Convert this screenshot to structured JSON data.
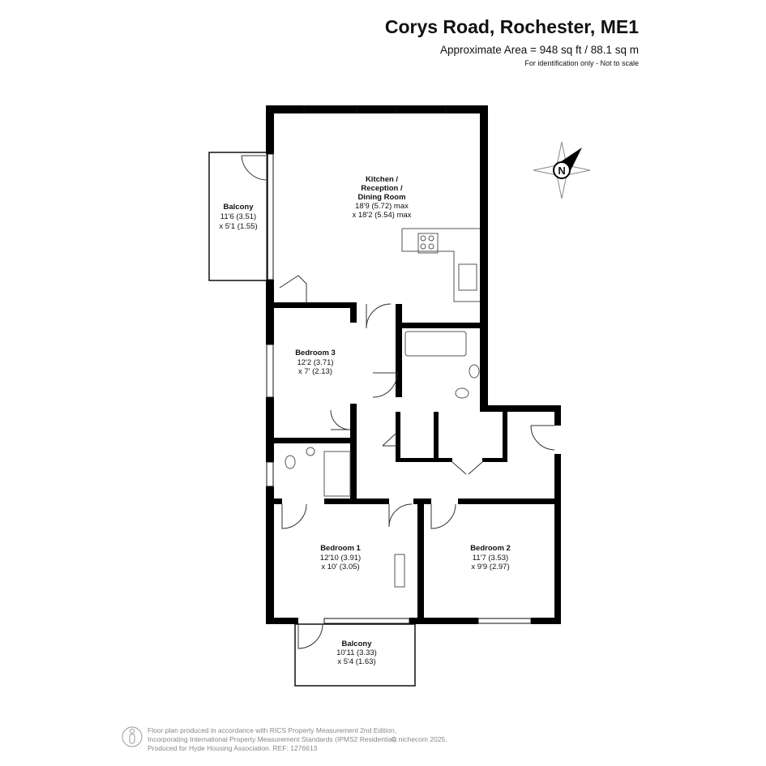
{
  "header": {
    "title": "Corys Road, Rochester, ME1",
    "area": "Approximate Area = 948 sq ft / 88.1 sq m",
    "note": "For identification only - Not to scale"
  },
  "compass": {
    "label": "N"
  },
  "rooms": {
    "kitchen": {
      "name1": "Kitchen /",
      "name2": "Reception /",
      "name3": "Dining Room",
      "dim1": "18'9 (5.72) max",
      "dim2": "x 18'2 (5.54) max"
    },
    "balcony_top": {
      "name": "Balcony",
      "dim1": "11'6 (3.51)",
      "dim2": "x 5'1 (1.55)"
    },
    "bedroom3": {
      "name": "Bedroom 3",
      "dim1": "12'2 (3.71)",
      "dim2": "x 7' (2.13)"
    },
    "bedroom1": {
      "name": "Bedroom 1",
      "dim1": "12'10 (3.91)",
      "dim2": "x 10' (3.05)"
    },
    "bedroom2": {
      "name": "Bedroom 2",
      "dim1": "11'7 (3.53)",
      "dim2": "x 9'9 (2.97)"
    },
    "balcony_bottom": {
      "name": "Balcony",
      "dim1": "10'11 (3.33)",
      "dim2": "x 5'4 (1.63)"
    }
  },
  "footer": {
    "line1": "Floor plan produced in accordance with RICS Property Measurement 2nd Edition,",
    "line2": "Incorporating International Property Measurement Standards (IPMS2 Residential).",
    "line3": "Produced for Hyde Housing Association.  REF: 1276613",
    "copyright": "© nichecom 2025."
  }
}
